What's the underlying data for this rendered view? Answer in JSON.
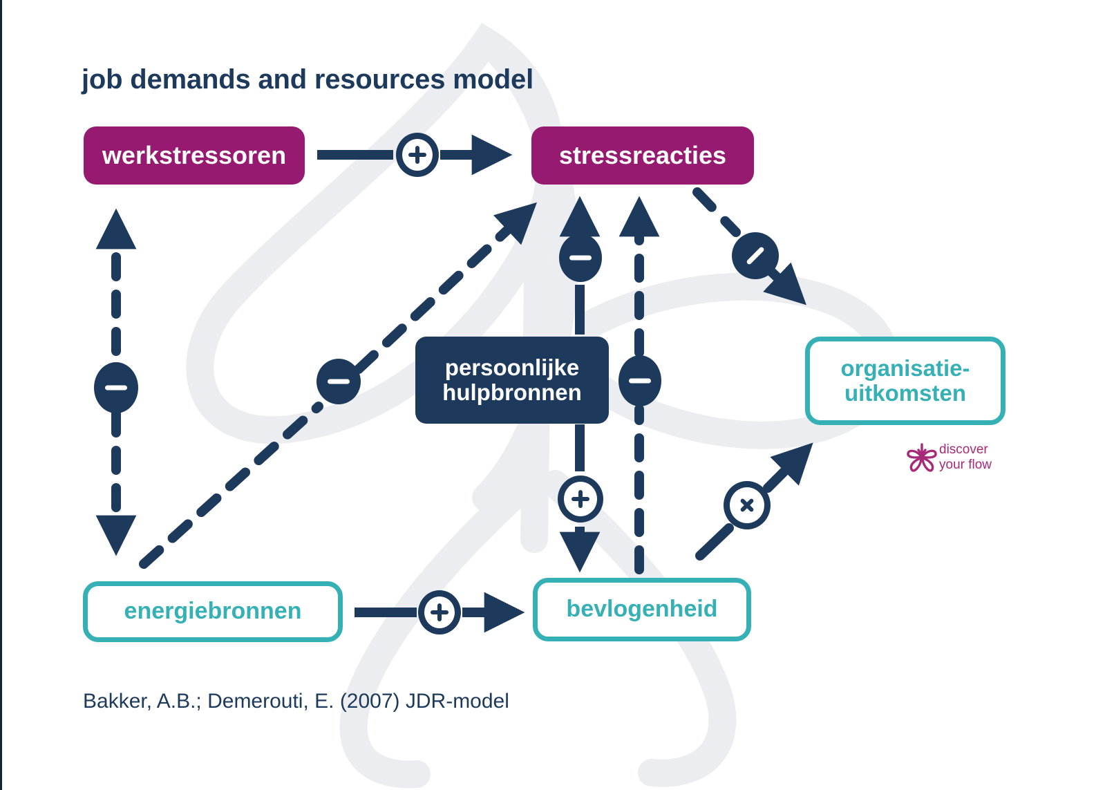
{
  "title": "job demands and resources model",
  "caption": "Bakker, A.B.; Demerouti, E. (2007) JDR-model",
  "colors": {
    "magenta": "#961a70",
    "teal": "#35b0b5",
    "navy": "#1d3a5c",
    "watermark": "#eceef1",
    "logo_magenta": "#a62a77",
    "background": "#ffffff"
  },
  "nodes": [
    {
      "id": "werkstressoren",
      "label": "werkstressoren",
      "style": "filled-magenta"
    },
    {
      "id": "stressreacties",
      "label": "stressreacties",
      "style": "filled-magenta"
    },
    {
      "id": "persoonlijke",
      "label": "persoonlijke\nhulpbronnen",
      "line1": "persoonlijke",
      "line2": "hulpbronnen",
      "style": "filled-navy"
    },
    {
      "id": "organisatie",
      "label": "organisatie-\nuitkomsten",
      "line1": "organisatie-",
      "line2": "uitkomsten",
      "style": "outline-teal"
    },
    {
      "id": "energiebronnen",
      "label": "energiebronnen",
      "style": "outline-teal"
    },
    {
      "id": "bevlogenheid",
      "label": "bevlogenheid",
      "style": "outline-teal"
    }
  ],
  "edges": [
    {
      "id": "werkstressoren-to-stressreacties",
      "from": "werkstressoren",
      "to": "stressreacties",
      "sign": "+",
      "line": "solid",
      "badge": "ring"
    },
    {
      "id": "werkstressoren-energiebronnen",
      "from": "werkstressoren",
      "to": "energiebronnen",
      "sign": "−",
      "line": "dashed",
      "badge": "solid",
      "arrows": "both"
    },
    {
      "id": "energiebronnen-to-stressreacties",
      "from": "energiebronnen",
      "to": "stressreacties",
      "sign": "−",
      "line": "dashed",
      "badge": "solid"
    },
    {
      "id": "persoonlijke-to-stressreacties",
      "from": "persoonlijke",
      "to": "stressreacties",
      "sign": "−",
      "line": "solid",
      "badge": "solid"
    },
    {
      "id": "persoonlijke-to-bevlogenheid",
      "from": "persoonlijke",
      "to": "bevlogenheid",
      "sign": "+",
      "line": "solid",
      "badge": "ring"
    },
    {
      "id": "bevlogenheid-to-stressreacties",
      "from": "bevlogenheid",
      "to": "stressreacties",
      "sign": "−",
      "line": "dashed",
      "badge": "solid"
    },
    {
      "id": "stressreacties-to-organisatie",
      "from": "stressreacties",
      "to": "organisatie",
      "sign": "−",
      "line": "dashed",
      "badge": "solid"
    },
    {
      "id": "bevlogenheid-to-organisatie",
      "from": "bevlogenheid",
      "to": "organisatie",
      "sign": "×",
      "line": "solid",
      "badge": "ring"
    }
  ],
  "logo": {
    "line1": "discover",
    "line2": "your flow",
    "mark": "flower-icon"
  }
}
